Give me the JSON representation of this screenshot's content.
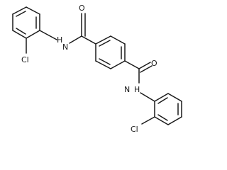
{
  "molecule": {
    "atom_labels": {
      "carbonyl_oxygen_top": "O",
      "carbonyl_oxygen_right": "O",
      "amide_nh_left": "H",
      "amide_n_left": "N",
      "amide_n_right": "N",
      "amide_nh_right": "H",
      "chlorine_top": "Cl",
      "chlorine_bottom": "Cl"
    }
  }
}
